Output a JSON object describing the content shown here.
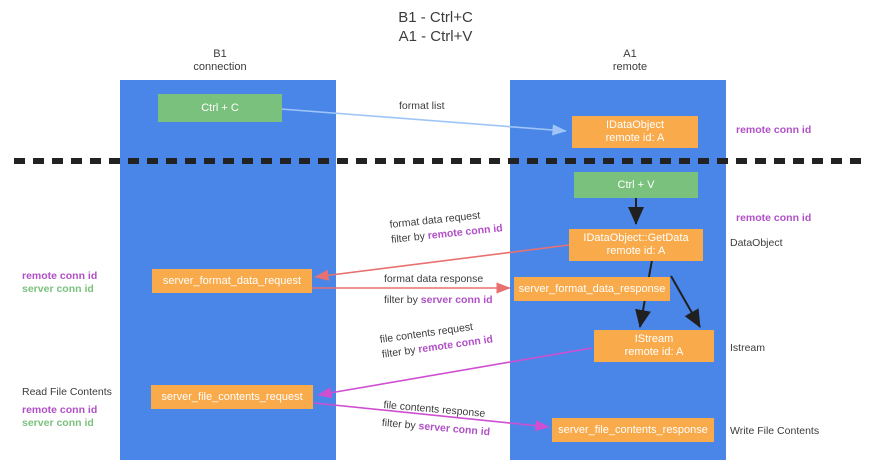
{
  "title": "B1 - Ctrl+C\nA1 - Ctrl+V",
  "columns": [
    {
      "name": "B1",
      "sub": "connection"
    },
    {
      "name": "A1",
      "sub": "remote"
    }
  ],
  "colors": {
    "lane": "#4a86e8",
    "green_box": "#7bc17e",
    "orange_box": "#f9aa4b",
    "purple_text": "#b14fc7",
    "green_text": "#7bc17e",
    "divider": "#222222",
    "arrow_blue": "#9fc5f8",
    "arrow_red": "#e8716f",
    "arrow_magenta": "#cf4fd0",
    "arrow_dark": "#202020",
    "text": "#3c3c3c"
  },
  "boxes": {
    "ctrl_c": "Ctrl + C",
    "ctrl_v": "Ctrl + V",
    "idataobject_l1": "IDataObject",
    "idataobject_l2": "remote id: A",
    "getdata_l1": "IDataObject::GetData",
    "getdata_l2": "remote id: A",
    "istream_l1": "IStream",
    "istream_l2": "remote id: A",
    "server_format_data_request": "server_format_data_request",
    "server_format_data_response": "server_format_data_response",
    "server_file_contents_request": "server_file_contents_request",
    "server_file_contents_response": "server_file_contents_response"
  },
  "edge_labels": {
    "format_list": "format list",
    "format_data_request": "format data request",
    "format_data_request_filter_prefix": "filter by ",
    "format_data_request_filter_key": "remote conn id",
    "format_data_response": "format data response",
    "format_data_response_filter_prefix": "filter by ",
    "format_data_response_filter_key": "server conn id",
    "file_contents_request": "file contents request",
    "file_contents_request_filter_prefix": "filter by ",
    "file_contents_request_filter_key": "remote conn id",
    "file_contents_response": "file contents response",
    "file_contents_response_filter_prefix": "filter by ",
    "file_contents_response_filter_key": "server conn id"
  },
  "annotations": {
    "right_remote_conn_id_top": "remote conn id",
    "right_remote_conn_id_mid": "remote conn id",
    "right_dataobject": "DataObject",
    "right_istream": "Istream",
    "right_write_file_contents": "Write File Contents",
    "left_remote_conn_id": "remote conn id",
    "left_server_conn_id": "server conn id",
    "left_read_file_contents": "Read File Contents",
    "left_remote_conn_id_2": "remote conn id",
    "left_server_conn_id_2": "server conn id"
  }
}
